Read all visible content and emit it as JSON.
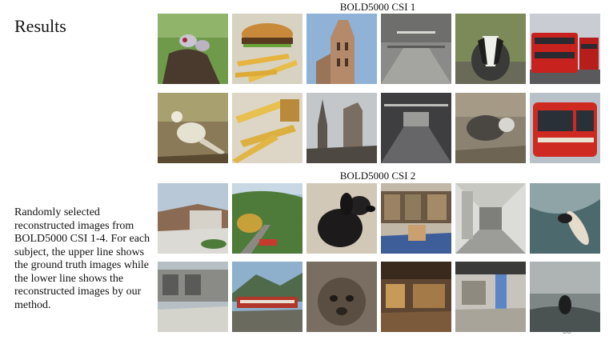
{
  "slide": {
    "title": "Results",
    "caption": "Randomly selected reconstructed images from BOLD5000 CSI 1-4. For each subject, the upper line shows the ground truth images while the lower line shows the reconstructed images by our method.",
    "page_number": "33"
  },
  "sections": [
    {
      "label": "BOLD5000 CSI 1"
    },
    {
      "label": "BOLD5000 CSI 2"
    }
  ]
}
